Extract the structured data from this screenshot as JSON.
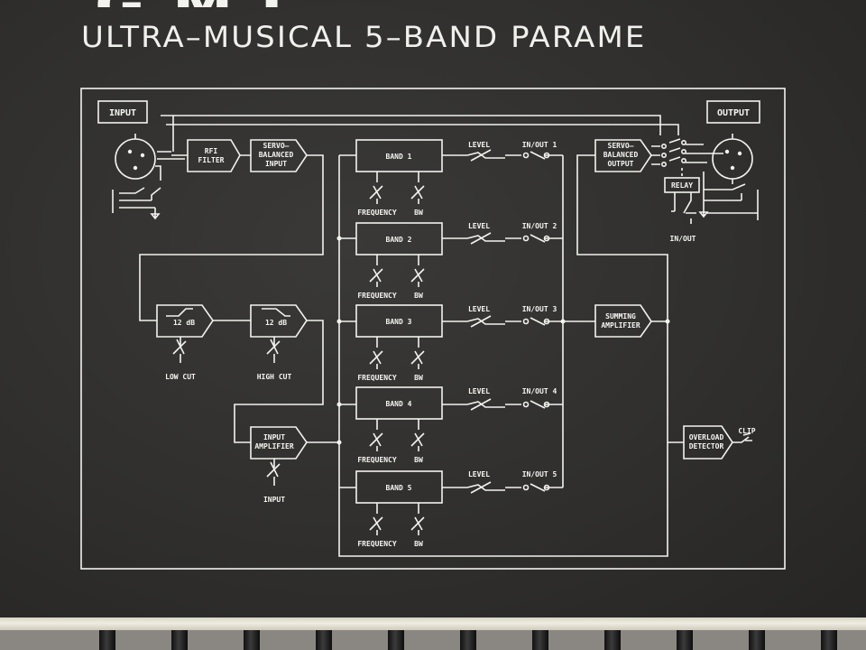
{
  "header": {
    "brand_partial": "GML",
    "subtitle": "ULTRA–MUSICAL 5–BAND PARAME"
  },
  "diagram": {
    "input_label": "INPUT",
    "output_label": "OUTPUT",
    "rfi_filter": [
      "RFI",
      "FILTER"
    ],
    "servo_input": [
      "SERVO–",
      "BALANCED",
      "INPUT"
    ],
    "servo_output": [
      "SERVO–",
      "BALANCED",
      "OUTPUT"
    ],
    "relay": "RELAY",
    "relay_label": "IN/OUT",
    "summing": [
      "SUMMING",
      "AMPLIFIER"
    ],
    "overload": [
      "OVERLOAD",
      "DETECTOR"
    ],
    "clip": "CLIP",
    "filter_slope": "12 dB",
    "low_cut": "LOW CUT",
    "high_cut": "HIGH CUT",
    "input_amp": [
      "INPUT",
      "AMPLIFIER"
    ],
    "input_amp_pot": "INPUT",
    "level": "LEVEL",
    "frequency": "FREQUENCY",
    "bw": "BW",
    "bands": [
      {
        "label": "BAND 1",
        "inout": "IN/OUT 1"
      },
      {
        "label": "BAND 2",
        "inout": "IN/OUT 2"
      },
      {
        "label": "BAND 3",
        "inout": "IN/OUT 3"
      },
      {
        "label": "BAND 4",
        "inout": "IN/OUT 4"
      },
      {
        "label": "BAND 5",
        "inout": "IN/OUT 5"
      }
    ]
  },
  "colors": {
    "panel": "#302f2d",
    "ink": "#f2f2ee",
    "trim": "#e6e2d6",
    "floor": "#8a8782"
  }
}
